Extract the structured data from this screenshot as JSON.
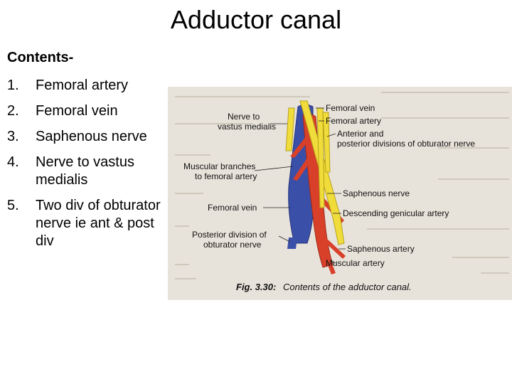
{
  "slide": {
    "title": "Adductor canal",
    "contents_heading": "Contents-",
    "items": [
      {
        "num": "1.",
        "text": "Femoral artery"
      },
      {
        "num": "2.",
        "text": "Femoral vein"
      },
      {
        "num": "3.",
        "text": "Saphenous nerve"
      },
      {
        "num": "4.",
        "text": "Nerve to vastus medialis"
      },
      {
        "num": "5.",
        "text": "Two div of obturator nerve ie ant & post div"
      }
    ]
  },
  "figure": {
    "labels": {
      "femoral_vein_top": "Femoral vein",
      "femoral_artery": "Femoral artery",
      "anterior_posterior_1": "Anterior and",
      "anterior_posterior_2": "posterior divisions of obturator nerve",
      "nerve_vastus_1": "Nerve to",
      "nerve_vastus_2": "vastus medialis",
      "muscular_branches_1": "Muscular branches",
      "muscular_branches_2": "to femoral artery",
      "saphenous_nerve": "Saphenous nerve",
      "femoral_vein_left": "Femoral vein",
      "descending_genicular": "Descending genicular artery",
      "posterior_division_1": "Posterior division of",
      "posterior_division_2": "obturator nerve",
      "saphenous_artery": "Saphenous artery",
      "muscular_artery": "Muscular artery"
    },
    "caption_num": "Fig. 3.30:",
    "caption_text": "Contents of the adductor canal.",
    "colors": {
      "vein": "#3a4fa8",
      "artery": "#d8402a",
      "nerve": "#f0dc3a",
      "background": "#e8e3da"
    }
  }
}
